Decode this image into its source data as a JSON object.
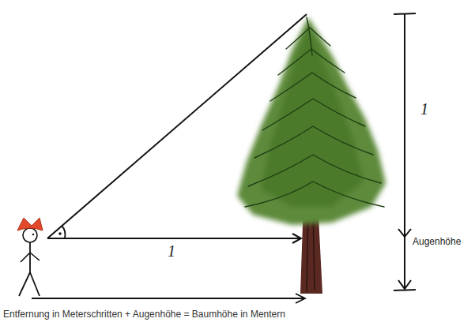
{
  "diagram": {
    "caption": "Entfernung in Meterschritten + Augenhöhe = Baumhöhe in Mentern",
    "labels": [
      "1",
      "1",
      "Augenhöhe"
    ]
  }
}
